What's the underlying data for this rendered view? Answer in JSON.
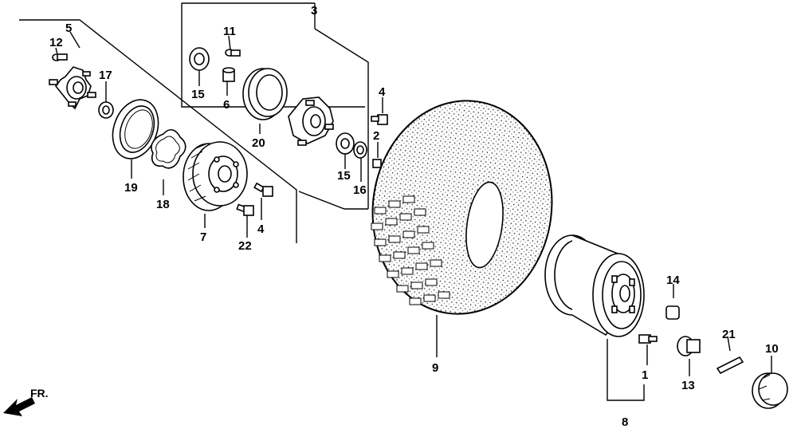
{
  "callouts": {
    "c1": "1",
    "c2": "2",
    "c3": "3",
    "c4a": "4",
    "c4b": "4",
    "c5": "5",
    "c6": "6",
    "c7": "7",
    "c8": "8",
    "c9": "9",
    "c10": "10",
    "c11": "11",
    "c12": "12",
    "c13": "13",
    "c14": "14",
    "c15a": "15",
    "c15b": "15",
    "c16": "16",
    "c17": "17",
    "c18": "18",
    "c19": "19",
    "c20": "20",
    "c21": "21",
    "c22": "22"
  },
  "direction_label": "FR."
}
